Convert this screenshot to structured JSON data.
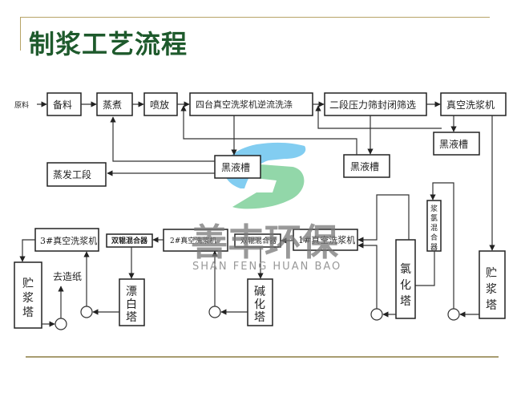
{
  "title": "制浆工艺流程",
  "watermark": {
    "chinese": "善丰环保",
    "english": "SHAN FENG HUAN BAO",
    "colors": {
      "blue": "#6cc4ee",
      "green": "#7fd09a"
    }
  },
  "nodes": {
    "raw": "原料",
    "prep": "备料",
    "cook": "蒸煮",
    "blow": "喷放",
    "wash4": "四台真空洗浆机逆流洗涤",
    "screen": "二段压力筛封闭筛选",
    "vacwash": "真空洗浆机",
    "bl1": "黑液槽",
    "bl2": "黑液槽",
    "bl3": "黑液槽",
    "evap": "蒸发工段",
    "wash3": "3#真空洗浆机",
    "mixer2": "双辊混合器",
    "wash2": "2#真空洗浆机",
    "mixer1": "双辊混合器",
    "wash1": "1#真空洗浆机",
    "chlmixer": [
      "浆",
      "氯",
      "混",
      "合",
      "器"
    ],
    "storage_right": [
      "贮",
      "浆",
      "塔"
    ],
    "chlor": [
      "氯",
      "化",
      "塔"
    ],
    "alkali": [
      "碱",
      "化",
      "塔"
    ],
    "bleach": [
      "漂",
      "白",
      "塔"
    ],
    "storage_left": [
      "贮",
      "浆",
      "塔"
    ],
    "papermaking": "去造纸"
  },
  "colors": {
    "title": "#1e5a2c",
    "rule": "#b7a467"
  }
}
